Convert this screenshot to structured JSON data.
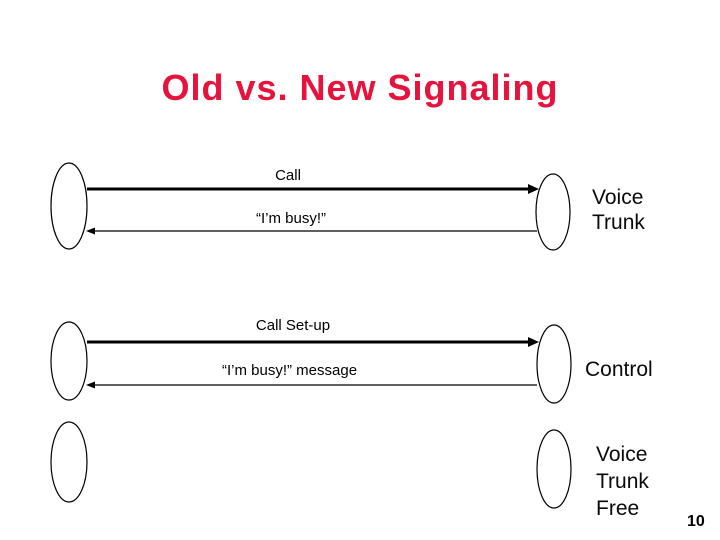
{
  "slide": {
    "title": "Old vs. New Signaling",
    "page_number": "10",
    "colors": {
      "title_red": "#e6143c",
      "diagram_black": "#000000",
      "background": "#ffffff"
    },
    "diagram": {
      "rows": [
        {
          "top_line_label": "Call",
          "bottom_line_label": "“I’m busy!”",
          "side_label": "Voice Trunk"
        },
        {
          "top_line_label": "Call Set-up",
          "bottom_line_label": "“I’m busy!” message",
          "side_label": "Control"
        },
        {
          "side_label": "Voice Trunk Free"
        }
      ]
    }
  }
}
